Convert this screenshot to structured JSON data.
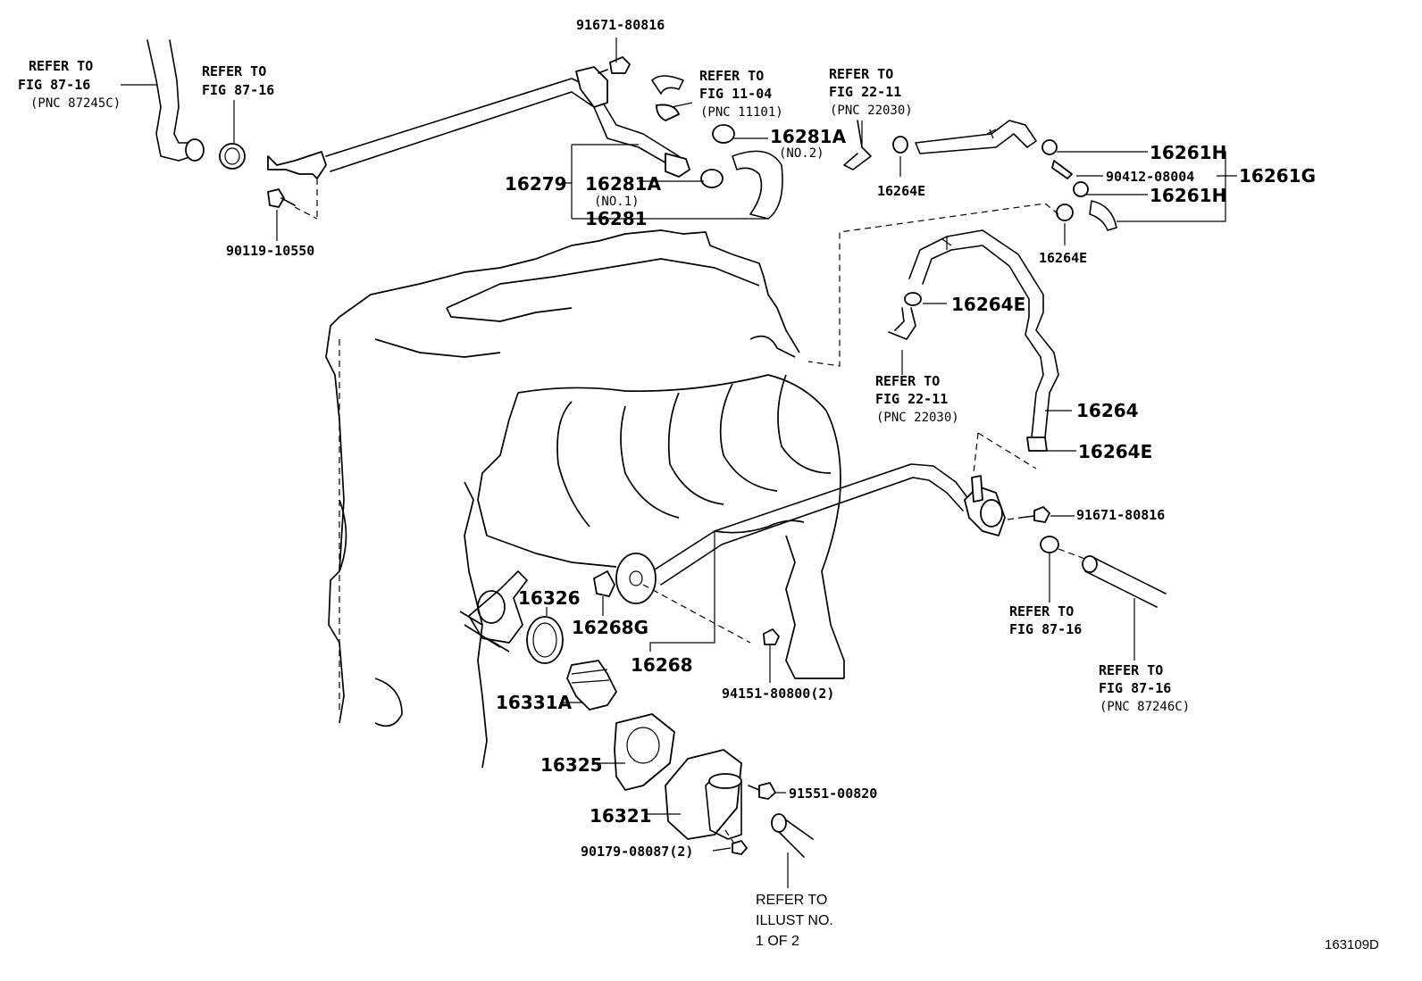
{
  "diagram_id": "163109D",
  "part_labels": {
    "p91671_80816_top": "91671-80816",
    "p90119_10550": "90119-10550",
    "p16279": "16279",
    "p16281A_no1": "16281A",
    "p16281A_no1_sub": "(NO.1)",
    "p16281": "16281",
    "p16281A_no2": "16281A",
    "p16281A_no2_sub": "(NO.2)",
    "p16264E_a": "16264E",
    "p16261H_a": "16261H",
    "p90412_08004": "90412-08004",
    "p16261G": "16261G",
    "p16261H_b": "16261H",
    "p16264E_b": "16264E",
    "p16264E_c": "16264E",
    "p16264": "16264",
    "p16264E_d": "16264E",
    "p91671_80816_right": "91671-80816",
    "p16326": "16326",
    "p16268G": "16268G",
    "p16268": "16268",
    "p94151_80800": "94151-80800(2)",
    "p16331A": "16331A",
    "p16325": "16325",
    "p16321": "16321",
    "p91551_00820": "91551-00820",
    "p90179_08087": "90179-08087(2)"
  },
  "references": {
    "ref1": [
      "REFER TO",
      "FIG 87-16",
      "(PNC 87245C)"
    ],
    "ref2": [
      "REFER TO",
      "FIG 87-16"
    ],
    "ref3": [
      "REFER TO",
      "FIG 11-04",
      "(PNC 11101)"
    ],
    "ref4": [
      "REFER TO",
      "FIG 22-11",
      "(PNC 22030)"
    ],
    "ref5": [
      "REFER TO",
      "FIG 22-11",
      "(PNC 22030)"
    ],
    "ref6": [
      "REFER TO",
      "FIG 87-16"
    ],
    "ref7": [
      "REFER TO",
      "FIG 87-16",
      "(PNC 87246C)"
    ],
    "ref8": [
      "REFER TO",
      "ILLUST NO.",
      "1 OF 2"
    ]
  }
}
